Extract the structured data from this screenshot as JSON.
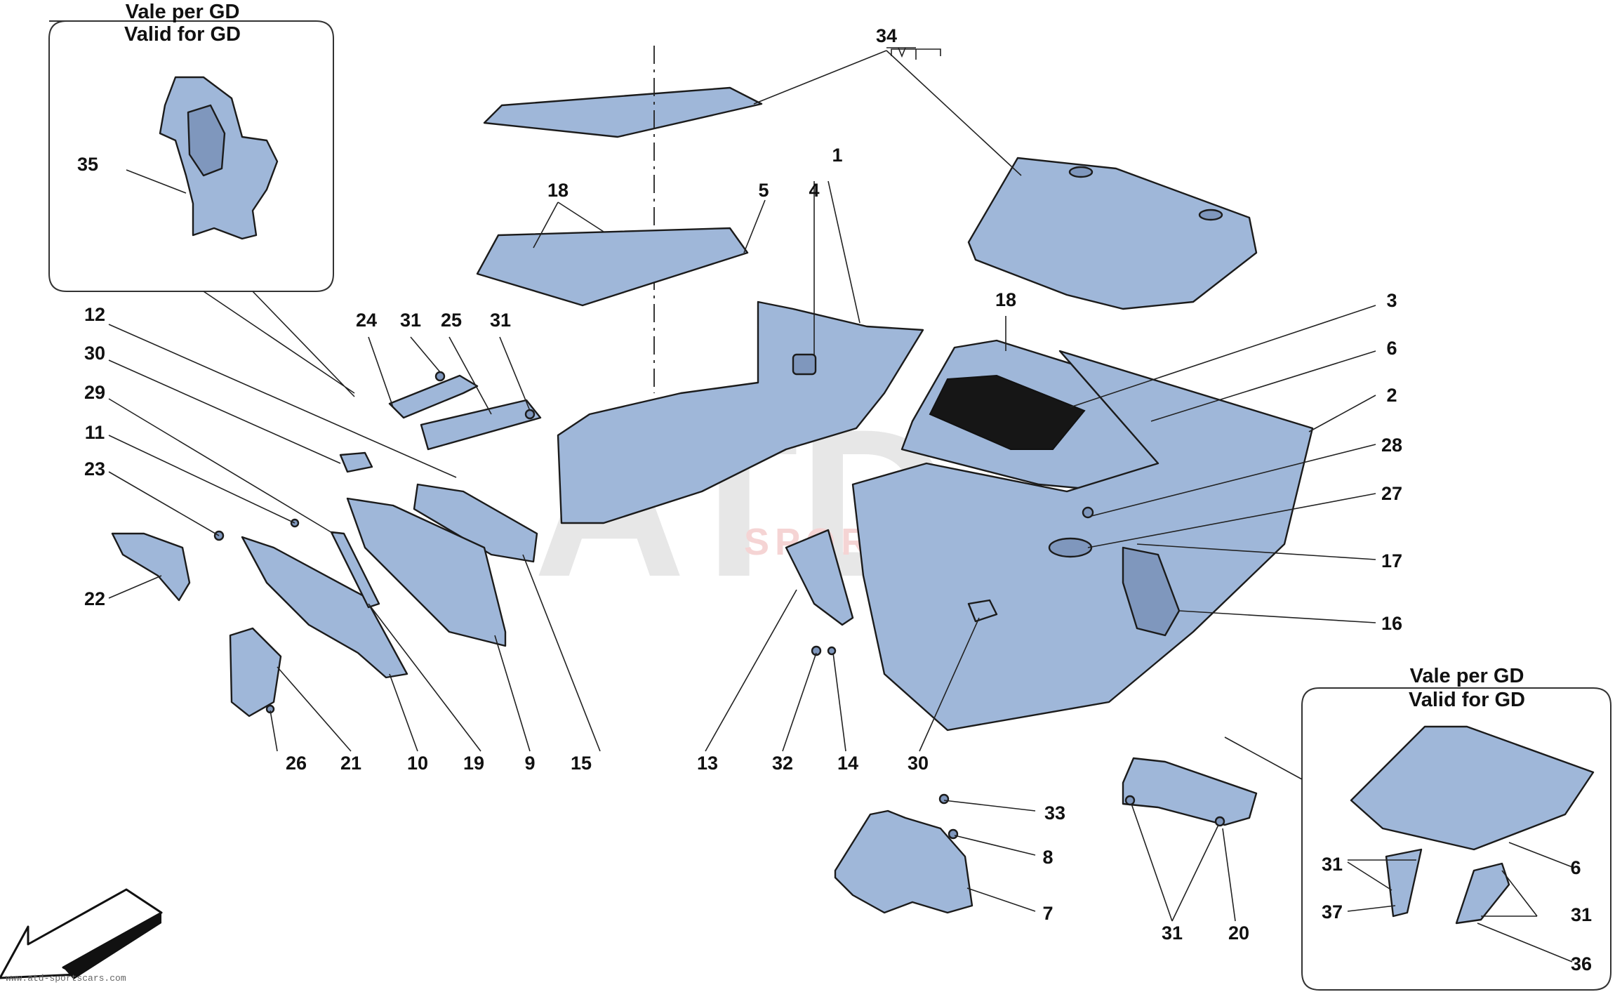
{
  "insets": {
    "top_left": {
      "line1": "Vale per GD",
      "line2": "Valid for GD"
    },
    "bottom_right": {
      "line1": "Vale per GD",
      "line2": "Valid for GD"
    }
  },
  "watermark": {
    "mark": "ATD",
    "tagline": "SPORTSCARS",
    "site": "www.atd-sportscars.com"
  },
  "callouts": [
    "1",
    "2",
    "3",
    "4",
    "5",
    "6",
    "7",
    "8",
    "9",
    "10",
    "11",
    "12",
    "13",
    "14",
    "15",
    "16",
    "17",
    "18",
    "19",
    "20",
    "21",
    "22",
    "23",
    "24",
    "25",
    "26",
    "27",
    "28",
    "29",
    "30",
    "31",
    "32",
    "33",
    "34",
    "35",
    "36",
    "37"
  ],
  "labels": {
    "c1": "1",
    "c2": "2",
    "c3": "3",
    "c4": "4",
    "c5": "5",
    "c6a": "6",
    "c6b": "6",
    "c7": "7",
    "c8": "8",
    "c9": "9",
    "c10": "10",
    "c11": "11",
    "c12": "12",
    "c13": "13",
    "c14": "14",
    "c15": "15",
    "c16": "16",
    "c17": "17",
    "c18a": "18",
    "c18b": "18",
    "c19": "19",
    "c20": "20",
    "c21": "21",
    "c22": "22",
    "c23": "23",
    "c24": "24",
    "c25": "25",
    "c26": "26",
    "c27": "27",
    "c28": "28",
    "c29": "29",
    "c30a": "30",
    "c30b": "30",
    "c31a": "31",
    "c31b": "31",
    "c31c": "31",
    "c31d": "31",
    "c31e": "31",
    "c32": "32",
    "c33": "33",
    "c34": "34",
    "c35": "35",
    "c36": "36",
    "c37": "37"
  },
  "colors": {
    "part_fill": "#9fb7d9",
    "outline": "#1b1b1b",
    "mat_black": "#161616"
  }
}
